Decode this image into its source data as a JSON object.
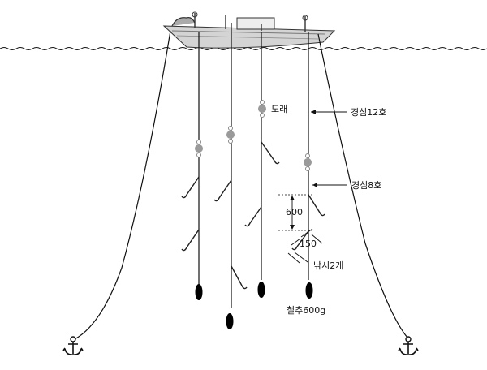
{
  "labels": {
    "swivel": "도래",
    "main_line": "경심12호",
    "branch_line": "경심8호",
    "spacing_600": "600",
    "spacing_150": "150",
    "hooks": "낚시2개",
    "sinker": "철추600g"
  },
  "colors": {
    "line": "#111111",
    "swivel": "#9a9a9a",
    "sinker": "#000000",
    "boat": "#bdbdbd"
  },
  "icons": {
    "anchor_left": "anchor-icon",
    "anchor_right": "anchor-icon"
  }
}
